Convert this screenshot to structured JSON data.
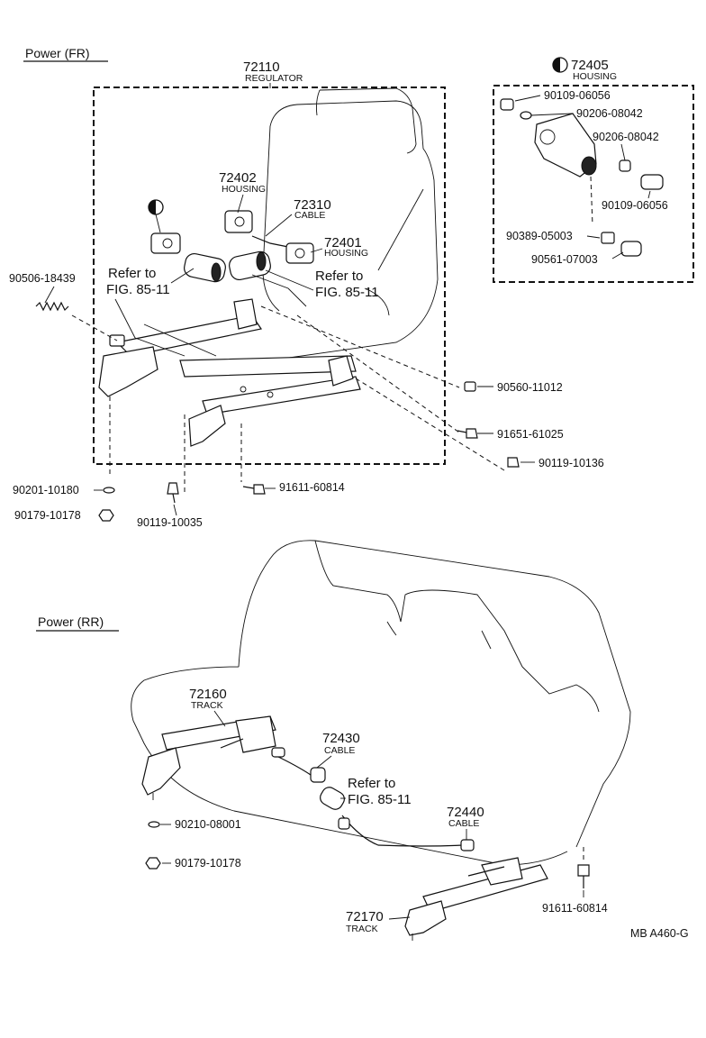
{
  "sections": {
    "front": "Power (FR)",
    "rear": "Power (RR)"
  },
  "front_parts": {
    "regulator": {
      "number": "72110",
      "name": "REGULATOR"
    },
    "housing_box": {
      "number": "72405",
      "name": "HOUSING"
    },
    "housing_a": {
      "number": "72402",
      "name": "HOUSING"
    },
    "cable_a": {
      "number": "72310",
      "name": "CABLE"
    },
    "housing_b": {
      "number": "72401",
      "name": "HOUSING"
    },
    "refer_1": {
      "line1": "Refer to",
      "line2": "FIG. 85-11"
    },
    "refer_2": {
      "line1": "Refer to",
      "line2": "FIG. 85-11"
    },
    "p_90109_a": "90109-06056",
    "p_90206_a": "90206-08042",
    "p_90206_b": "90206-08042",
    "p_90109_b": "90109-06056",
    "p_90389": "90389-05003",
    "p_90561": "90561-07003",
    "p_90506": "90506-18439",
    "p_90560": "90560-11012",
    "p_91651": "91651-61025",
    "p_90119_a": "90119-10136",
    "p_91611_a": "91611-60814",
    "p_90201": "90201-10180",
    "p_90179_a": "90179-10178",
    "p_90119_b": "90119-10035"
  },
  "rear_parts": {
    "track_a": {
      "number": "72160",
      "name": "TRACK"
    },
    "cable_c": {
      "number": "72430",
      "name": "CABLE"
    },
    "refer_3": {
      "line1": "Refer to",
      "line2": "FIG. 85-11"
    },
    "cable_d": {
      "number": "72440",
      "name": "CABLE"
    },
    "track_b": {
      "number": "72170",
      "name": "TRACK"
    },
    "p_90210": "90210-08001",
    "p_90179_b": "90179-10178",
    "p_91611_b": "91611-60814"
  },
  "catalog_code": "MB  A460-G",
  "icons": [
    "half-filled-circle-icon",
    "half-filled-circle-icon"
  ],
  "colors": {
    "ink": "#111111",
    "paper": "#ffffff"
  }
}
